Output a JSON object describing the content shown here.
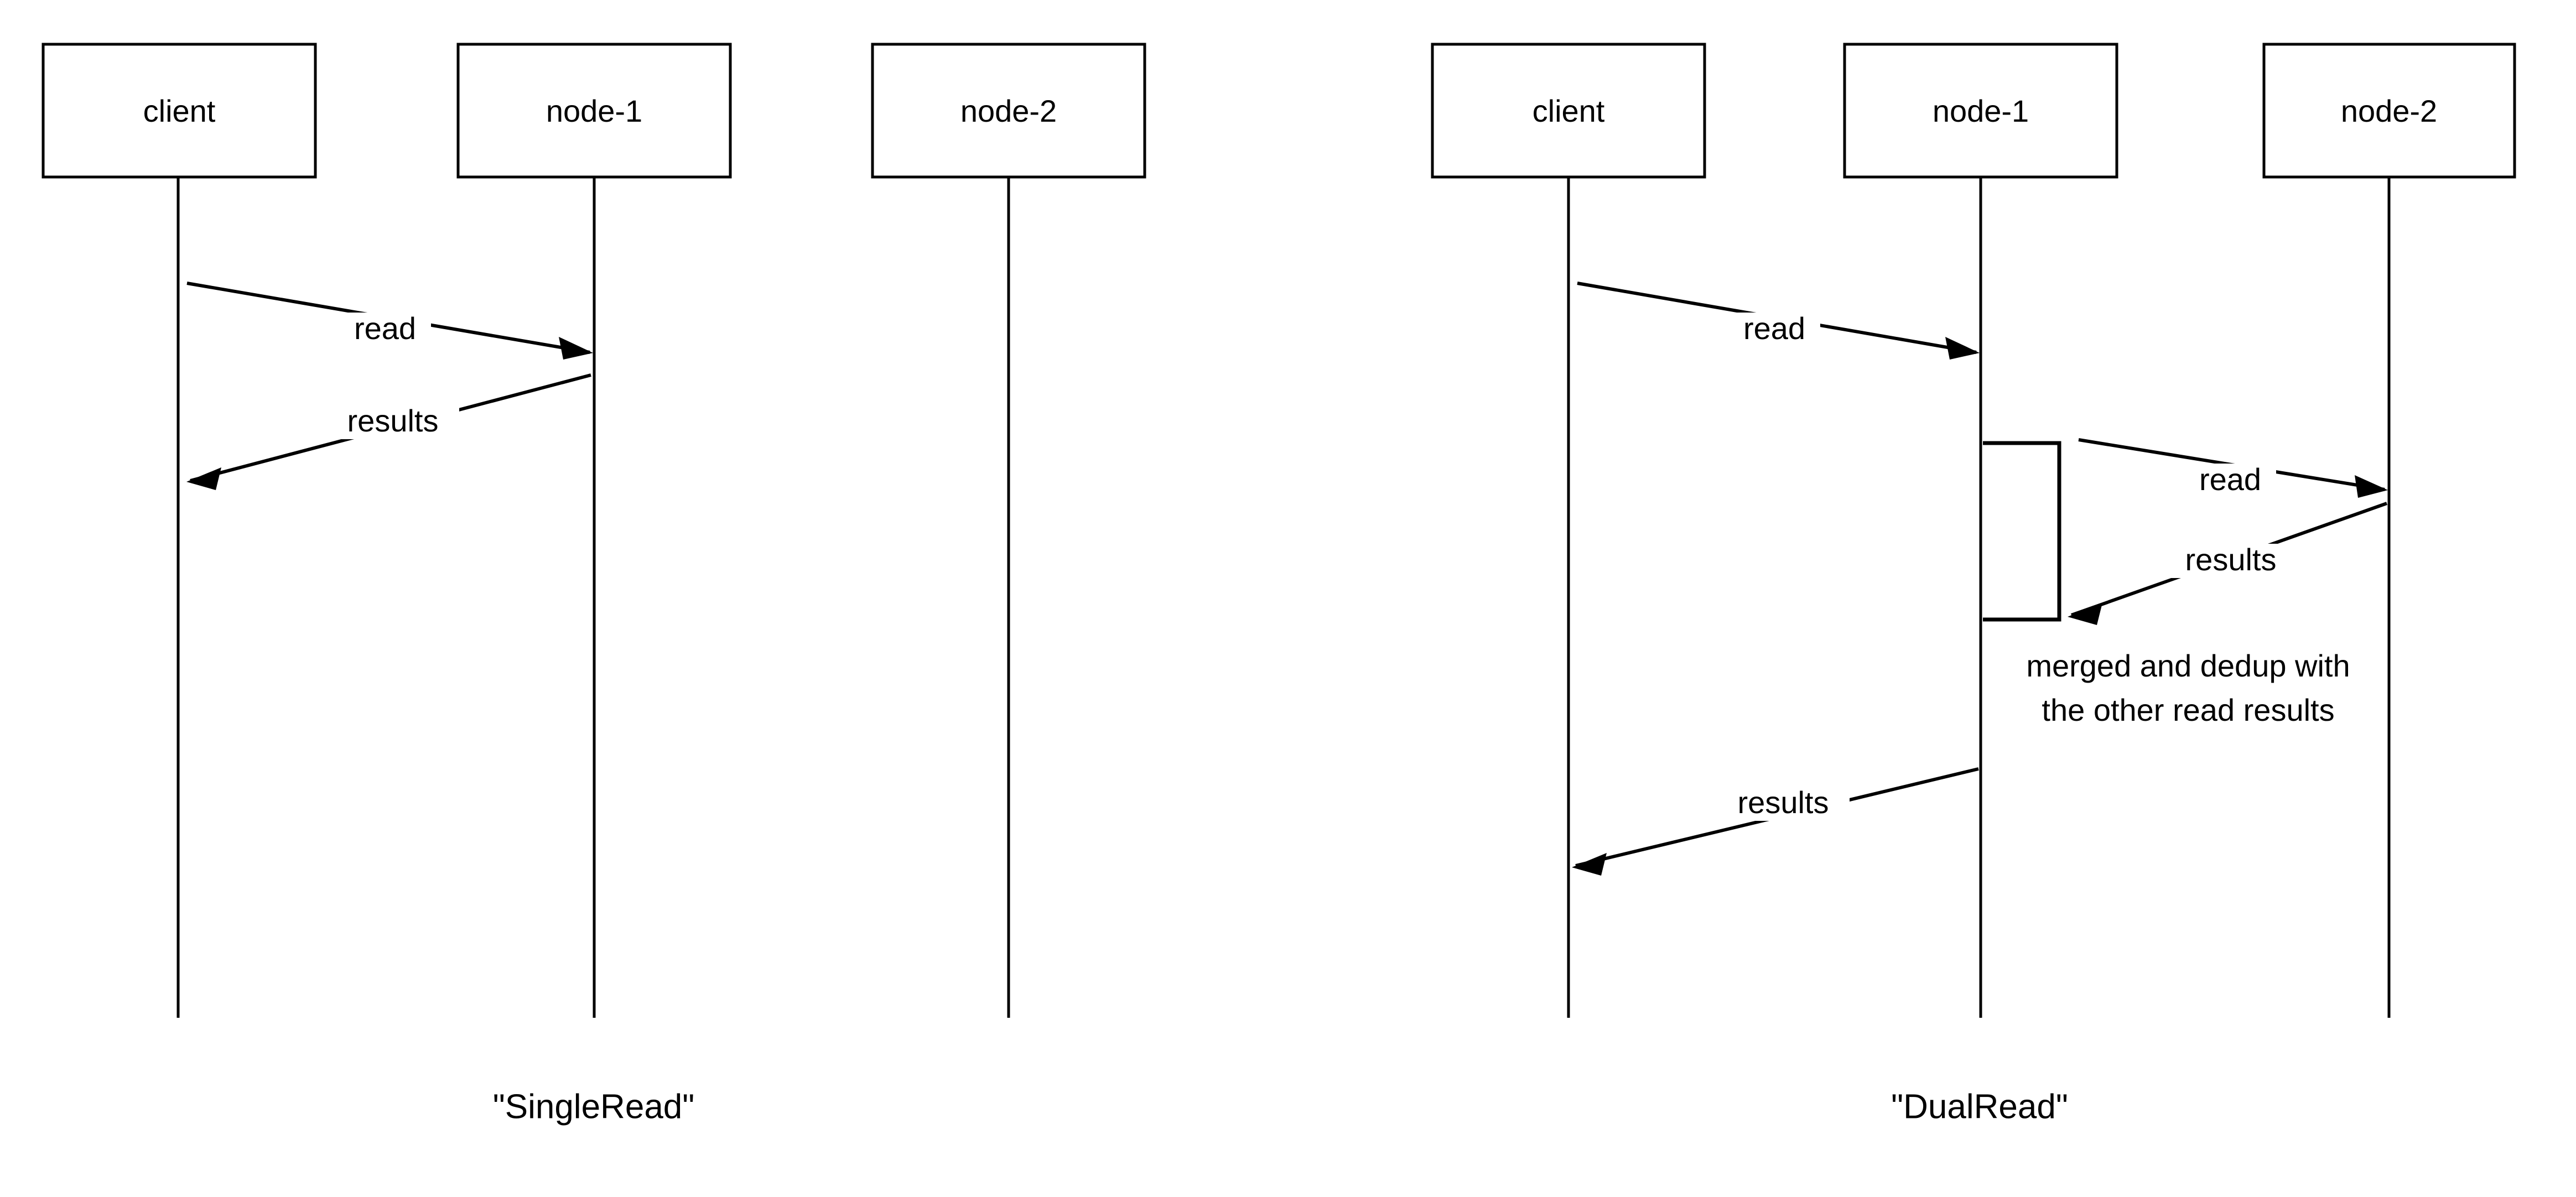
{
  "diagram": {
    "type": "uml-sequence-diagram",
    "background_color": "#ffffff",
    "line_color": "#000000",
    "text_color": "#000000",
    "panels": [
      {
        "id": "single-read",
        "caption": "\"SingleRead\"",
        "participants": [
          {
            "id": "client",
            "label": "client"
          },
          {
            "id": "node-1",
            "label": "node-1"
          },
          {
            "id": "node-2",
            "label": "node-2"
          }
        ],
        "messages": [
          {
            "label": "read",
            "from": "client",
            "to": "node-1",
            "direction": "right"
          },
          {
            "label": "results",
            "from": "node-1",
            "to": "client",
            "direction": "left"
          }
        ],
        "activations": [],
        "notes": []
      },
      {
        "id": "dual-read",
        "caption": "\"DualRead\"",
        "participants": [
          {
            "id": "client",
            "label": "client"
          },
          {
            "id": "node-1",
            "label": "node-1"
          },
          {
            "id": "node-2",
            "label": "node-2"
          }
        ],
        "messages": [
          {
            "label": "read",
            "from": "client",
            "to": "node-1",
            "direction": "right"
          },
          {
            "label": "read",
            "from": "node-1",
            "to": "node-2",
            "direction": "right"
          },
          {
            "label": "results",
            "from": "node-2",
            "to": "node-1",
            "direction": "left"
          },
          {
            "label": "results",
            "from": "node-1",
            "to": "client",
            "direction": "left"
          }
        ],
        "activations": [
          {
            "on": "node-1"
          }
        ],
        "notes": [
          {
            "on": "node-1",
            "lines": [
              "merged and dedup with",
              "the other read results"
            ]
          }
        ]
      }
    ]
  },
  "labels": {
    "client": "client",
    "node1": "node-1",
    "node2": "node-2",
    "read": "read",
    "results": "results",
    "note_line1": "merged and dedup with",
    "note_line2": "the other read results",
    "caption_single": "\"SingleRead\"",
    "caption_dual": "\"DualRead\""
  }
}
